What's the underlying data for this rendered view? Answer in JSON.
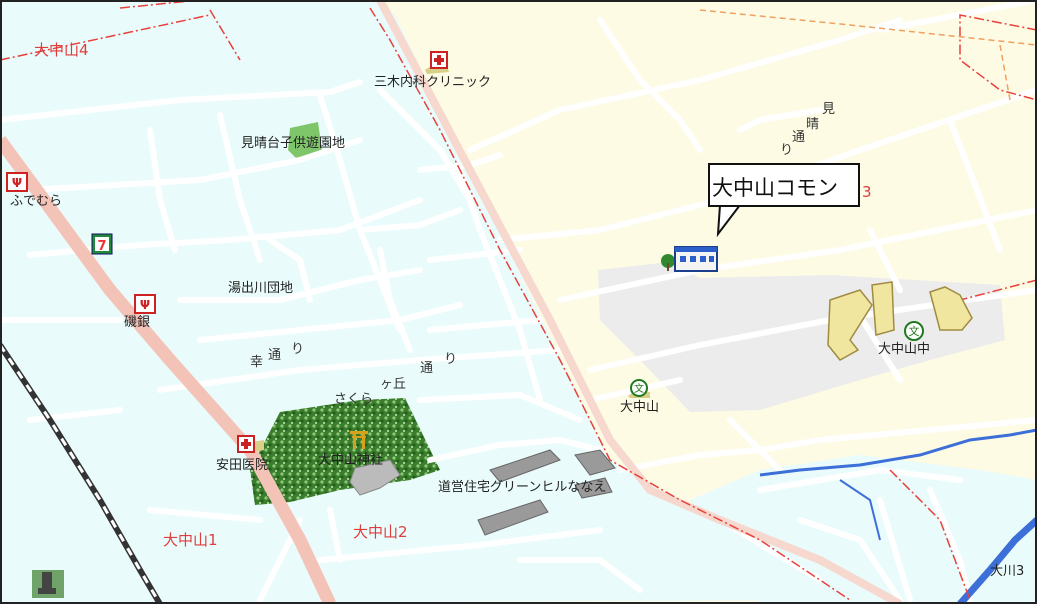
{
  "callout": {
    "title": "大中山コモン"
  },
  "areas": {
    "oonakayama4": "大中山4",
    "oonakayama3": "3",
    "oonakayama1": "大中山1",
    "oonakayama2": "大中山2",
    "ookawa3": "大川3"
  },
  "pois": {
    "miki_clinic": "三木内科クリニック",
    "kenharashi_park": "見晴台子供遊園地",
    "fudemura": "ふでむら",
    "yudegawa_danchi": "湯出川団地",
    "hisagin": "磯銀",
    "yasuda_hospital": "安田医院",
    "oonakayama_shrine": "大中山神社",
    "green_hill": "道営住宅グリーンヒルななえ",
    "oonakayama_school": "大中山",
    "oonakayama_junior": "大中山中"
  },
  "roads": {
    "miharashi_1": "見",
    "miharashi_2": "晴",
    "miharashi_3": "通",
    "miharashi_4": "り",
    "saiwai_1": "幸",
    "saiwai_2": "通",
    "saiwai_3": "り",
    "sakura_1": "さくら",
    "sakura_2": "ヶ丘",
    "sakura_3": "通",
    "sakura_4": "り"
  },
  "colors": {
    "residential": "#e9fbfb",
    "open_land": "#fdfbe4",
    "boundary": "#e8413c",
    "main_road": "#f4c3b8",
    "river": "#3d6fd8",
    "forest": "#3a7d2c"
  },
  "icons": [
    "hospital-icon",
    "restaurant-icon",
    "convenience-store-icon",
    "office-building-icon",
    "school-icon",
    "shrine-icon",
    "monument-icon"
  ]
}
